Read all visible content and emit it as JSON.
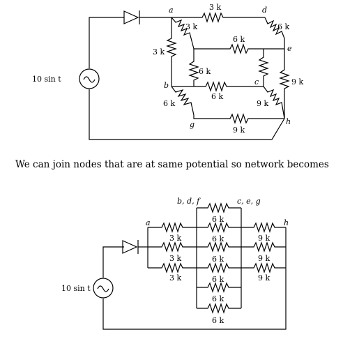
{
  "top_circuit": {
    "nodes": {
      "a": "a",
      "b": "b",
      "c": "c",
      "d": "d",
      "e": "e",
      "g": "g",
      "h": "h"
    },
    "source": {
      "label": "10 sin t"
    },
    "resistors": {
      "ad": "3 k",
      "a_center": "3 k",
      "ab": "3 k",
      "horiz_mid": "6 k",
      "d_right": "6 k",
      "center_vert": "6 k",
      "bc": "6 k",
      "bg": "6 k",
      "c_h": "9 k",
      "e_h": "9 k",
      "gh": "9 k"
    }
  },
  "caption": "We can join nodes that are at same potential so network becomes",
  "bottom_circuit": {
    "node_a": "a",
    "node_h": "h",
    "group_left": "b, d, f",
    "group_right": "c, e, g",
    "source": {
      "label": "10 sin t"
    },
    "left_resistors": [
      "3 k",
      "3 k",
      "3 k"
    ],
    "middle_resistors": [
      "6 k",
      "6 k",
      "6 k",
      "6 k",
      "6 k",
      "6 k"
    ],
    "right_resistors": [
      "9 k",
      "9 k",
      "9 k"
    ]
  }
}
